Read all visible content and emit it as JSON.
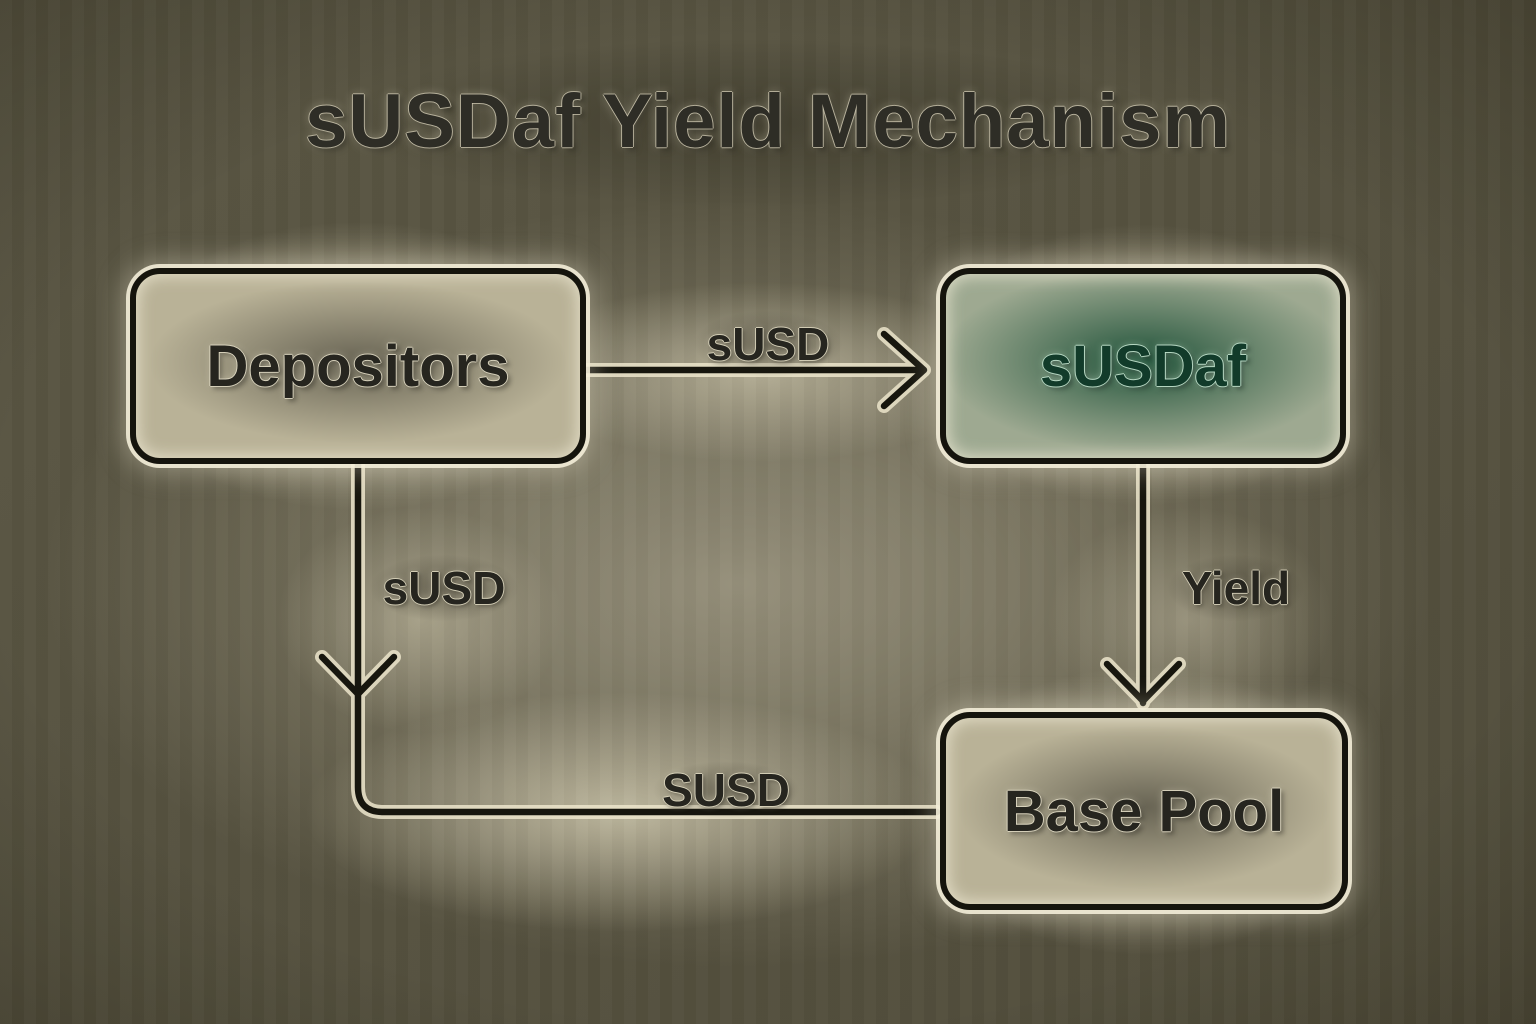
{
  "title": "sUSDaf Yield Mechanism",
  "nodes": {
    "depositors": {
      "label": "Depositors"
    },
    "susdaf": {
      "label": "sUSDaf"
    },
    "base_pool": {
      "label": "Base Pool"
    }
  },
  "edges": {
    "depositors_to_susdaf": {
      "label": "sUSD",
      "from": "Depositors",
      "to": "sUSDaf"
    },
    "depositors_down": {
      "label": "sUSD",
      "from": "Depositors",
      "to": "Base Pool"
    },
    "bottom_to_base_pool": {
      "label": "SUSD",
      "from": "Depositors",
      "to": "Base Pool"
    },
    "susdaf_to_base_pool": {
      "label": "Yield",
      "from": "sUSDaf",
      "to": "Base Pool"
    }
  },
  "colors": {
    "background_olive": "#56523f",
    "halo_cream": "#ece5cb",
    "line_ink": "#17160e",
    "node_beige_fill": "#b9b297",
    "node_green_center": "#1a4d35",
    "green_label_text": "#123b2a",
    "label_text": "#26251f"
  }
}
